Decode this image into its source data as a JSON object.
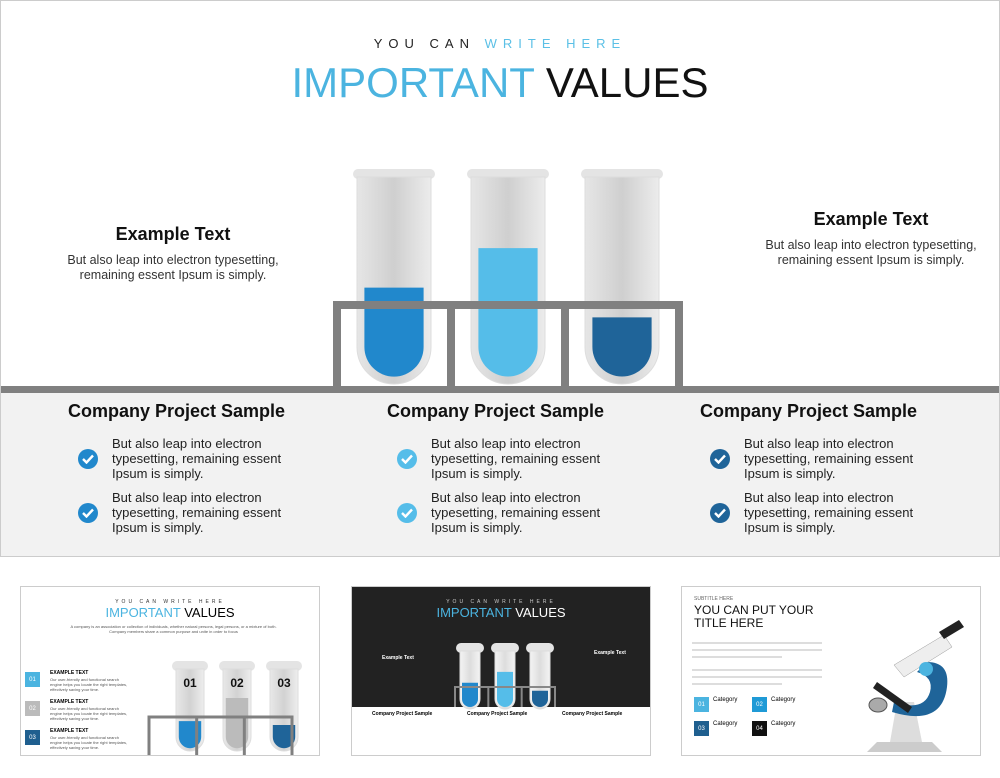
{
  "slide": {
    "kicker": {
      "part1": "YOU CAN",
      "part2": "WRITE HERE"
    },
    "title": {
      "part1": "IMPORTANT",
      "part2": "VALUES"
    },
    "left_text": {
      "heading": "Example Text",
      "body": "But also leap into electron typesetting, remaining essent Ipsum is simply."
    },
    "right_text": {
      "heading": "Example Text",
      "body": "But also leap into electron typesetting, remaining essent Ipsum is simply."
    },
    "tubes": [
      {
        "fill": 0.45,
        "color": "#2188cc"
      },
      {
        "fill": 0.65,
        "color": "#55bde9"
      },
      {
        "fill": 0.3,
        "color": "#1f6499"
      }
    ],
    "columns": [
      {
        "heading": "Company Project Sample",
        "check_color": "#2188cc",
        "items": [
          "But also leap into electron typesetting, remaining essent Ipsum is simply.",
          "But also leap into electron typesetting, remaining essent Ipsum is simply."
        ]
      },
      {
        "heading": "Company Project Sample",
        "check_color": "#55bde9",
        "items": [
          "But also leap into electron typesetting, remaining essent Ipsum is simply.",
          "But also leap into electron typesetting, remaining essent Ipsum is simply."
        ]
      },
      {
        "heading": "Company Project Sample",
        "check_color": "#1f6499",
        "items": [
          "But also leap into electron typesetting, remaining essent Ipsum is simply.",
          "But also leap into electron typesetting, remaining essent Ipsum is simply."
        ]
      }
    ]
  },
  "thumbnails": [
    {
      "kicker": "YOU CAN WRITE HERE",
      "title1": "IMPORTANT",
      "title2": "VALUES",
      "description": "A company is an association or collection of individuals, whether natural persons, legal persons, or a mixture of both. Company members share a common purpose and unite in order to focus",
      "items": [
        {
          "num": "01",
          "label": "EXAMPLE TEXT",
          "color": "#4bb4e0"
        },
        {
          "num": "02",
          "label": "EXAMPLE TEXT",
          "color": "#bbbbbb"
        },
        {
          "num": "03",
          "label": "EXAMPLE TEXT",
          "color": "#1f5f8f"
        }
      ],
      "item_body": "Our user-friendly and functional search engine helps you locate the right templates, effectively saving your time.",
      "tube_labels": [
        "01",
        "02",
        "03"
      ]
    },
    {
      "kicker": "YOU CAN WRITE HERE",
      "title1": "IMPORTANT",
      "title2": "VALUES",
      "example": "Example Text",
      "columns": [
        "Company Project Sample",
        "Company Project Sample",
        "Company Project Sample"
      ]
    },
    {
      "subtitle": "SUBTITLE HERE",
      "title": "YOU CAN PUT YOUR TITLE HERE",
      "categories": [
        {
          "num": "01",
          "label": "Category",
          "color": "#4bb4e0"
        },
        {
          "num": "02",
          "label": "Category",
          "color": "#1f9ad6"
        },
        {
          "num": "03",
          "label": "Category",
          "color": "#1f5f8f"
        },
        {
          "num": "04",
          "label": "Category",
          "color": "#111111"
        }
      ]
    }
  ]
}
